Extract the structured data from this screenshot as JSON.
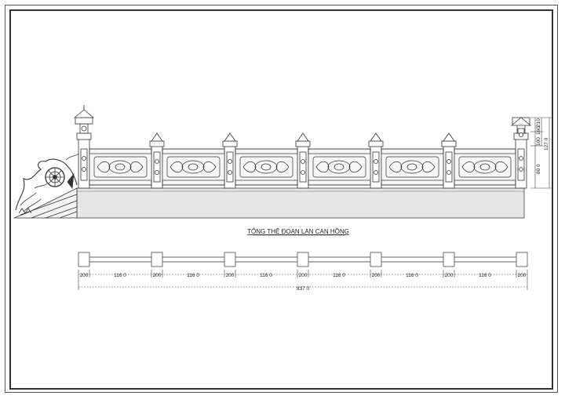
{
  "title": "TỔNG THỂ ĐOẠN LAN CAN HỒNG",
  "elevation_dims": {
    "top_a": "100",
    "top_b": "160",
    "top_c": "210",
    "total_height": "127 0",
    "panel_height": "80 0"
  },
  "plan_dims": {
    "segments": [
      "200",
      "116 0",
      "200",
      "116 0",
      "200",
      "116 0",
      "200",
      "116 0",
      "200",
      "116 0",
      "200",
      "116 0",
      "200"
    ],
    "total_length": "837 0"
  },
  "colors": {
    "line": "#333333",
    "plinth": "#e6e6e6",
    "panel": "#f2f2f2"
  }
}
